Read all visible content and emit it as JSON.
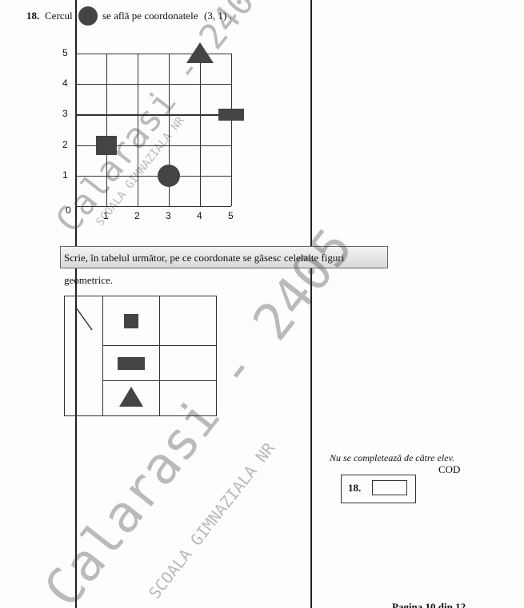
{
  "question": {
    "number": "18.",
    "text_before": "Cercul",
    "text_after": "se află pe coordonatele",
    "coords": "(3, 1) ."
  },
  "grid": {
    "x_ticks": [
      "1",
      "2",
      "3",
      "4",
      "5"
    ],
    "y_ticks": [
      "1",
      "2",
      "3",
      "4",
      "5"
    ],
    "origin": "0",
    "shapes": [
      {
        "shape": "triangle",
        "x": 4,
        "y": 5
      },
      {
        "shape": "square",
        "x": 1,
        "y": 2
      },
      {
        "shape": "rectangle",
        "x": 5,
        "y": 3
      },
      {
        "shape": "circle",
        "x": 3,
        "y": 1
      }
    ],
    "fill": "#444444"
  },
  "instruction": "Scrie, în tabelul următor, pe ce coordonate se găsesc celelalte figuri geometrice.",
  "table": {
    "rows": [
      {
        "shape": "square",
        "answer": ""
      },
      {
        "shape": "rectangle",
        "answer": ""
      },
      {
        "shape": "triangle",
        "answer": ""
      }
    ]
  },
  "grading": {
    "note": "Nu se completează de către elev.",
    "cod": "COD",
    "item": "18."
  },
  "footer": "Pagina 10 din 12",
  "watermark": {
    "city": "Calarasi - 2405",
    "school": "SCOALA GIMNAZIALA NR"
  }
}
